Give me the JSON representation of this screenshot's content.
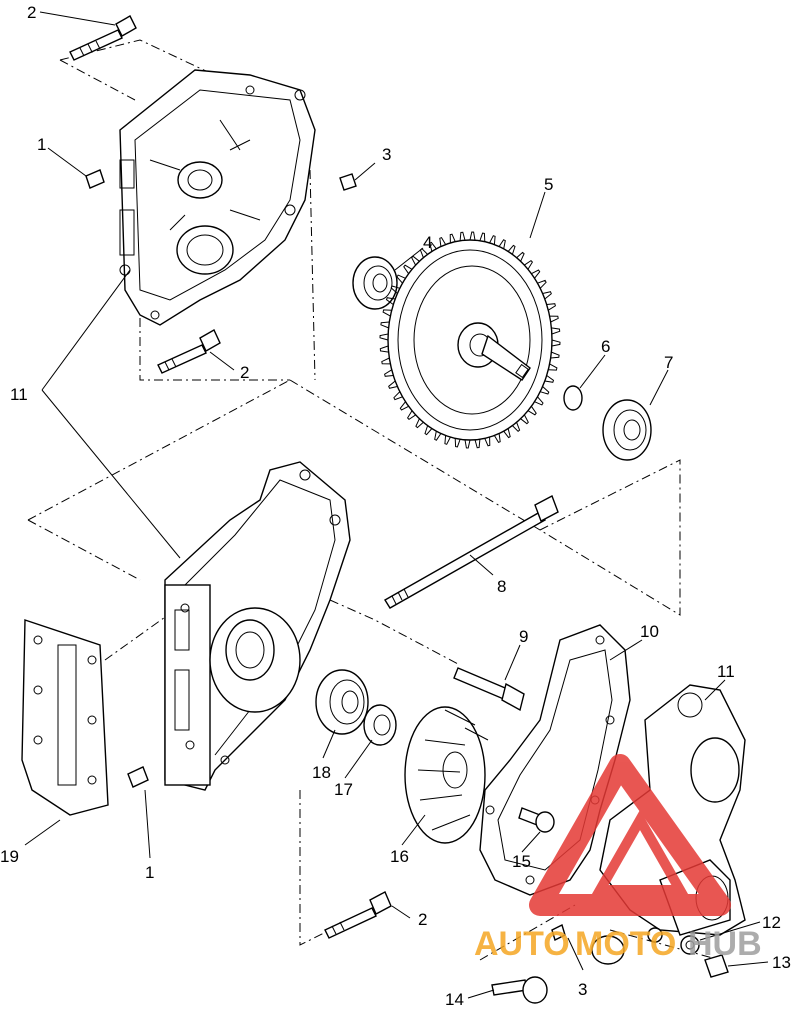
{
  "diagram": {
    "callouts": {
      "c2_top": "2",
      "c1_top": "1",
      "c3_top": "3",
      "c4": "4",
      "c5": "5",
      "c2_mid": "2",
      "c11_left": "11",
      "c6": "6",
      "c7": "7",
      "c8": "8",
      "c9": "9",
      "c10": "10",
      "c11_right": "11",
      "c18": "18",
      "c17": "17",
      "c16": "16",
      "c15": "15",
      "c19": "19",
      "c1_bottom": "1",
      "c2_bottom": "2",
      "c12": "12",
      "c13": "13",
      "c3_bottom": "3",
      "c14": "14"
    },
    "watermark": {
      "part1": "AUTO",
      "part2": "MOTO",
      "part3": "HUB",
      "color_red": "#e53935",
      "color_orange": "#f5a623",
      "color_gray": "#9e9e9e"
    }
  }
}
